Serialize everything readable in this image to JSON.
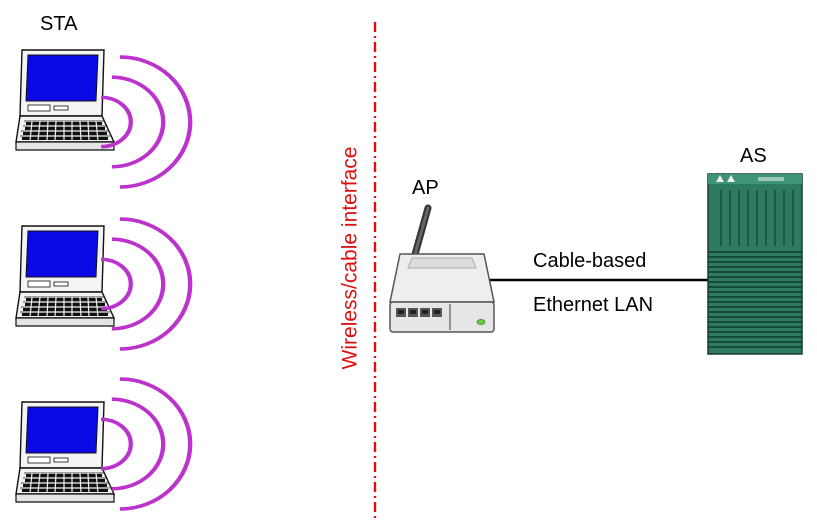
{
  "labels": {
    "station": "STA",
    "access_point": "AP",
    "auth_server": "AS",
    "link_line1": "Cable-based",
    "link_line2": "Ethernet LAN",
    "interface": "Wireless/cable interface"
  },
  "colors": {
    "wave": "#bb33cc",
    "screen": "#0a0ae6",
    "interface_line": "#dd1111",
    "server_body": "#2f7a62",
    "server_stripe": "#0f3b2e"
  },
  "icons": [
    "laptop-icon",
    "wifi-signal-icon",
    "router-icon",
    "server-rack-icon"
  ]
}
